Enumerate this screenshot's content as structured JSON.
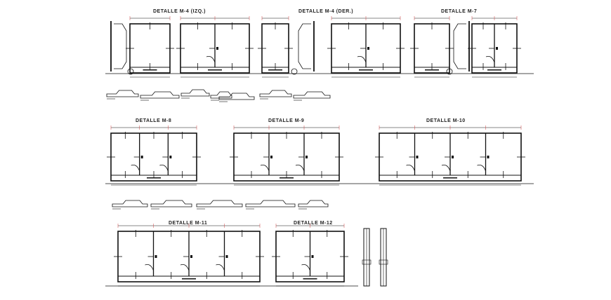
{
  "drawing": {
    "line_color": "#111111",
    "accent_color": "#d04040",
    "details": [
      {
        "id": "m4-izq",
        "title": "DETALLE M-4 (IZQ.)"
      },
      {
        "id": "m4-der",
        "title": "DETALLE M-4 (DER.)"
      },
      {
        "id": "m7",
        "title": "DETALLE M-7"
      },
      {
        "id": "m8",
        "title": "DETALLE M-8"
      },
      {
        "id": "m9",
        "title": "DETALLE M-9"
      },
      {
        "id": "m10",
        "title": "DETALLE M-10"
      },
      {
        "id": "m11",
        "title": "DETALLE M-11"
      },
      {
        "id": "m12",
        "title": "DETALLE M-12"
      }
    ]
  }
}
